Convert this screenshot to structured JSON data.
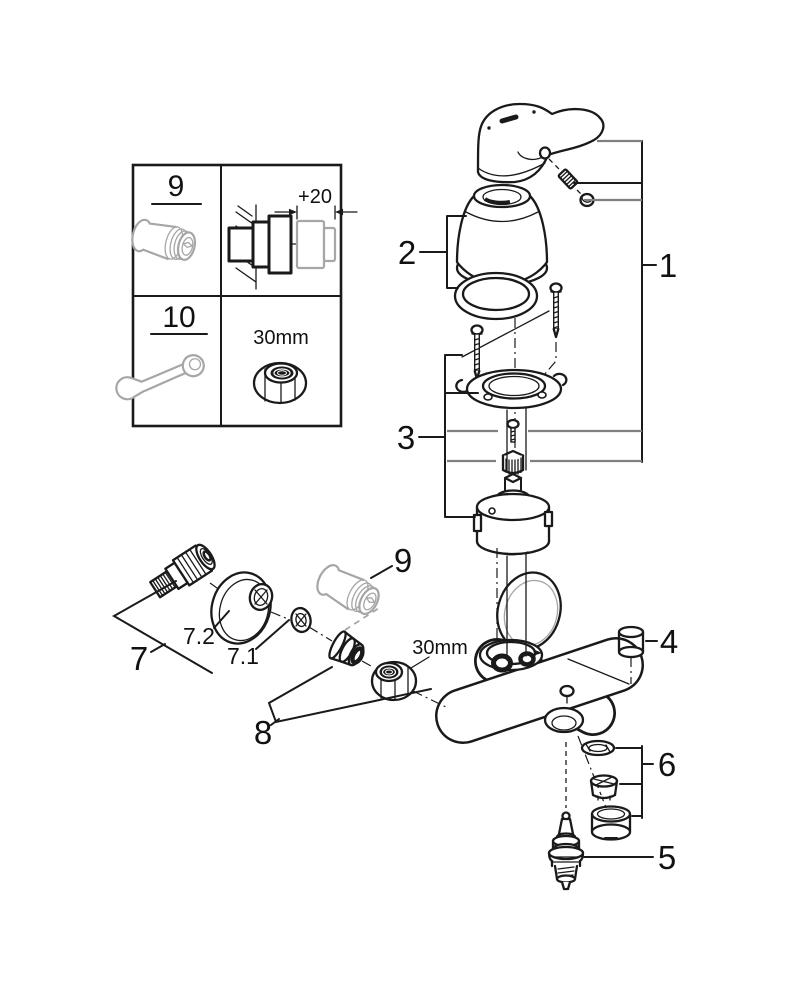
{
  "drawing": {
    "inset": {
      "part_9_label": "9",
      "installation_dimension": "+20",
      "tool_10_label": "10",
      "nut_size_label": "30mm"
    },
    "callouts": {
      "item_1": "1",
      "item_2": "2",
      "item_3": "3",
      "item_4": "4",
      "item_5": "5",
      "item_6": "6",
      "item_7": "7",
      "item_7_1": "7.1",
      "item_7_2": "7.2",
      "item_8": "8",
      "item_9": "9",
      "nut_size": "30mm"
    },
    "colors": {
      "line": "#1a1a1a",
      "grey_part": "#a6a6a6",
      "connector_line": "#808080",
      "background": "#ffffff"
    }
  }
}
